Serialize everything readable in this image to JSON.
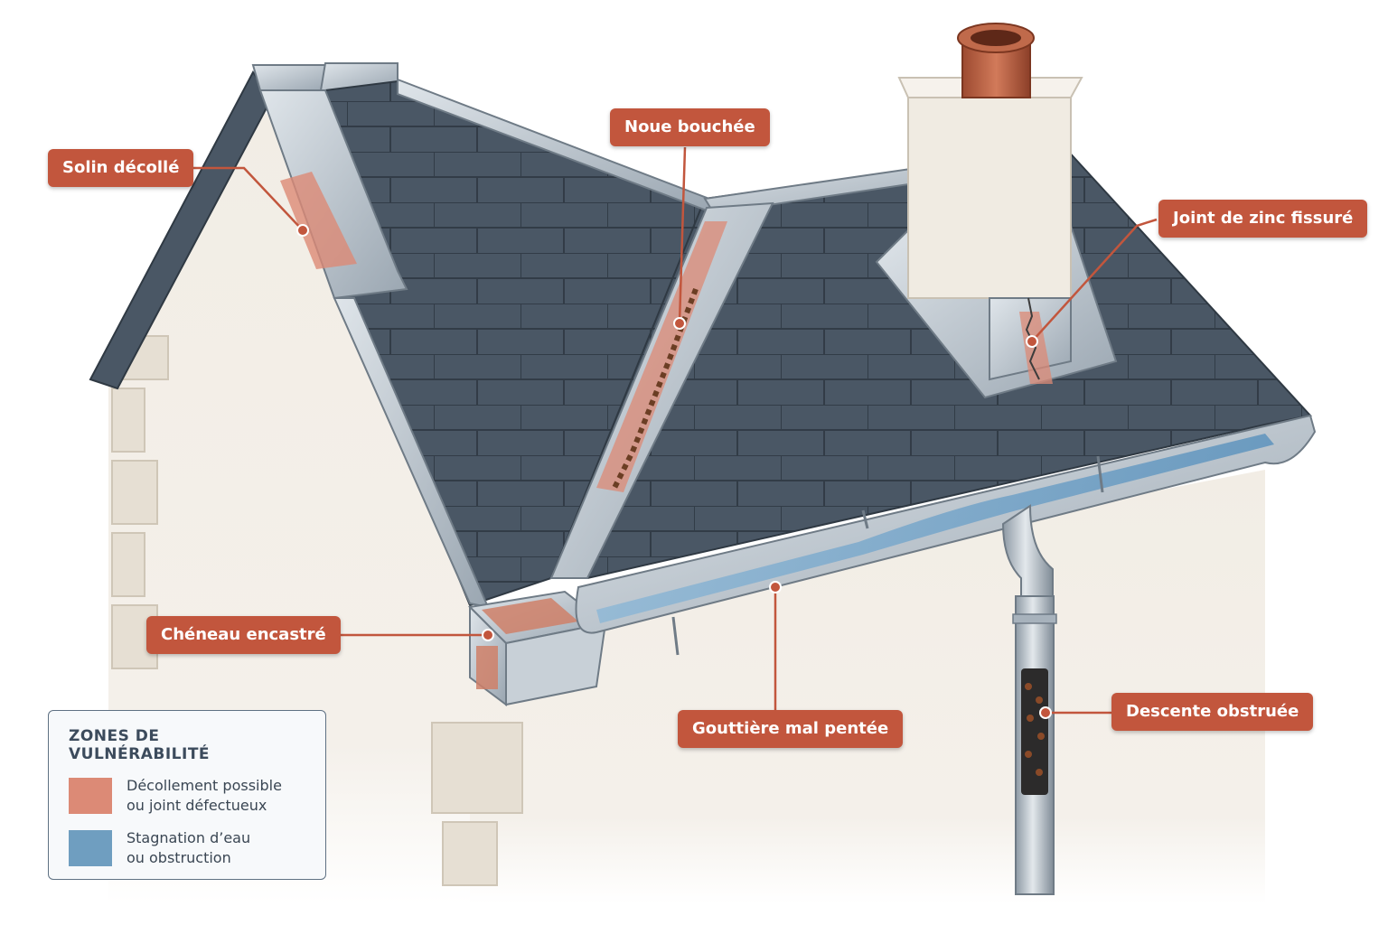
{
  "callouts": {
    "solin": "Solin décollé",
    "noue": "Noue bouchée",
    "joint": "Joint de zinc fissuré",
    "cheneau": "Chéneau encastré",
    "gouttiere": "Gouttière mal pentée",
    "descente": "Descente obstruée"
  },
  "legend": {
    "title": "ZONES DE VULNÉRABILITÉ",
    "items": [
      {
        "line1": "Décollement possible",
        "line2": "ou joint défectueux",
        "color": "#dc8a76"
      },
      {
        "line1": "Stagnation d’eau",
        "line2": "ou obstruction",
        "color": "#6f9ec0"
      }
    ]
  },
  "colors": {
    "callout": "#c2563d",
    "slate": "#4b5866",
    "zinc": "#bcc5cd",
    "wall": "#f1ece4",
    "terracotta": "#b85f43"
  }
}
